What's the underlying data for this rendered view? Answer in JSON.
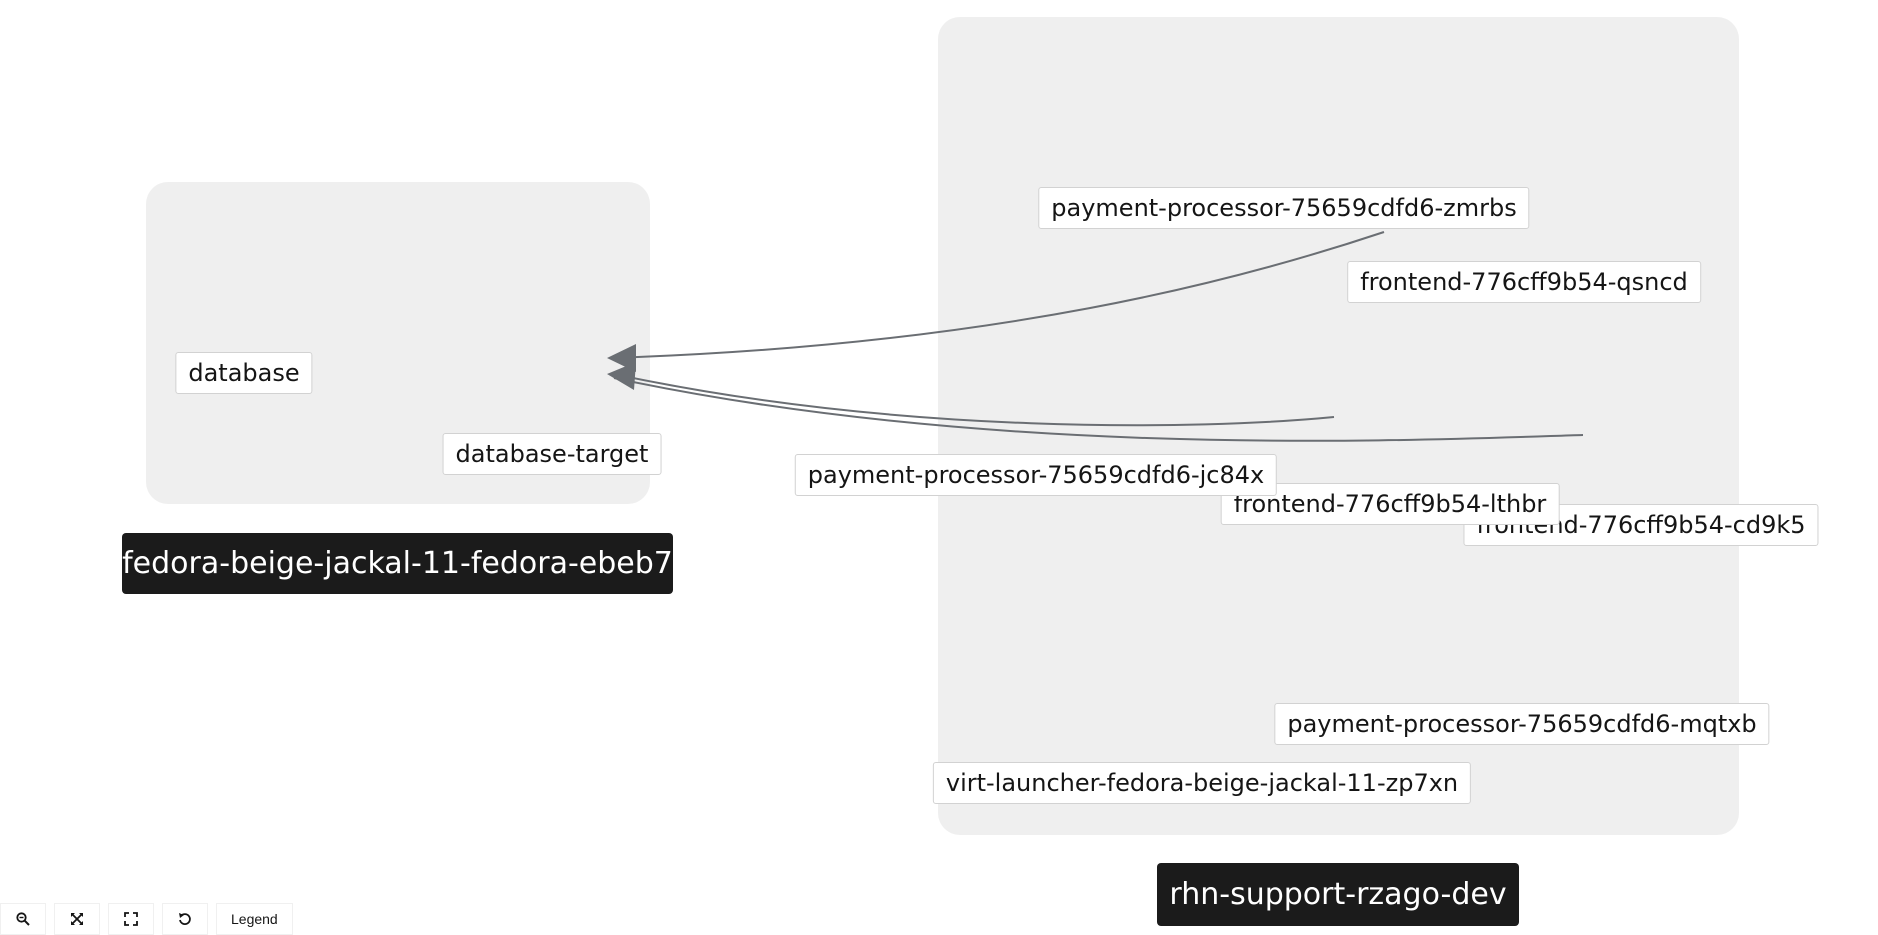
{
  "groups": {
    "left": {
      "name": "fedora-beige-jackal-11-fedora-ebeb7"
    },
    "right": {
      "name": "rhn-support-rzago-dev"
    }
  },
  "nodes": {
    "database": {
      "label": "database",
      "icon": "cube-icon"
    },
    "database_target": {
      "label": "database-target",
      "icon": "cube-icon"
    },
    "pp_zmrbs": {
      "label": "payment-processor-75659cdfd6-zmrbs",
      "icon": "cube-icon"
    },
    "fe_qsncd": {
      "label": "frontend-776cff9b54-qsncd",
      "icon": "cube-icon"
    },
    "pp_jc84x": {
      "label": "payment-processor-75659cdfd6-jc84x",
      "icon": "cube-icon"
    },
    "fe_lthbr": {
      "label": "frontend-776cff9b54-lthbr",
      "icon": "cube-icon"
    },
    "fe_cd9k5": {
      "label": "frontend-776cff9b54-cd9k5",
      "icon": "cube-icon"
    },
    "pp_mqtxb": {
      "label": "payment-processor-75659cdfd6-mqtxb",
      "icon": "cube-icon"
    },
    "virt_launcher": {
      "label": "virt-launcher-fedora-beige-jackal-11-zp7xn",
      "icon": "cube-icon"
    }
  },
  "toolbar": {
    "zoom_in_icon": "zoom-in-icon",
    "zoom_out_icon": "expand-icon",
    "fit_icon": "fit-to-screen-icon",
    "reset_icon": "reset-icon",
    "legend_label": "Legend"
  },
  "colors": {
    "group_fill": "#efefef",
    "group_title_bg": "#1b1b1b",
    "edge": "#6a6e73",
    "icon": "#3c3f42",
    "node_border": "#d2d2d2"
  }
}
